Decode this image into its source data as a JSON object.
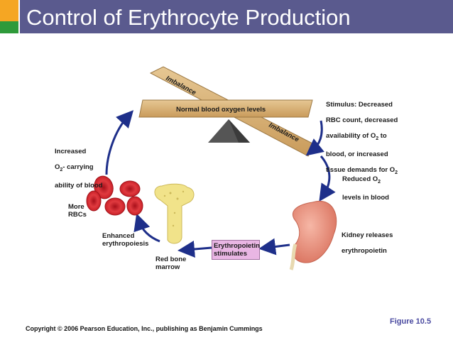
{
  "header": {
    "title": "Control of Erythrocyte Production"
  },
  "diagram": {
    "beam_label": "Normal blood oxygen levels",
    "imbalance_top": "Imbalance",
    "imbalance_bottom": "Imbalance",
    "stimulus": {
      "line1": "Stimulus: Decreased",
      "line2": "RBC count, decreased",
      "line3_pre": "availability of O",
      "line3_sub": "2",
      "line3_post": " to",
      "line4": "blood, or  increased",
      "line5_pre": "tissue demands for O",
      "line5_sub": "2"
    },
    "reduced": {
      "line1_pre": "Reduced O",
      "line1_sub": "2",
      "line2": "levels in blood"
    },
    "kidney": {
      "line1": "Kidney releases",
      "line2": "erythropoietin"
    },
    "stimulates": {
      "text": "Erythropoietin\nstimulates"
    },
    "bone": {
      "text": "Red bone\nmarrow"
    },
    "enhanced": {
      "text": "Enhanced\nerythropoiesis"
    },
    "more_rbcs": {
      "text": "More\nRBCs"
    },
    "increased": {
      "line1": "Increased",
      "line2_pre": "O",
      "line2_sub": "2",
      "line2_post": "- carrying",
      "line3": "ability of blood"
    }
  },
  "footer": {
    "copyright": "Copyright © 2006 Pearson Education, Inc., publishing as Benjamin Cummings",
    "figure": "Figure 10.5"
  },
  "colors": {
    "title_bar": "#5a5a8e",
    "accent_orange": "#f5a623",
    "accent_green": "#2e9a3a",
    "arrow": "#1e2f8a",
    "beam": "#d9b47a",
    "rbc": "#d8262e",
    "kidney": "#e9917e",
    "bone": "#f1e38a",
    "stimulates_box": "#e9b6e4",
    "figure_text": "#4a4aa0"
  },
  "icons": [
    "seesaw-balance",
    "kidney-icon",
    "bone-icon",
    "red-blood-cells-icon",
    "cycle-arrow-icon"
  ]
}
